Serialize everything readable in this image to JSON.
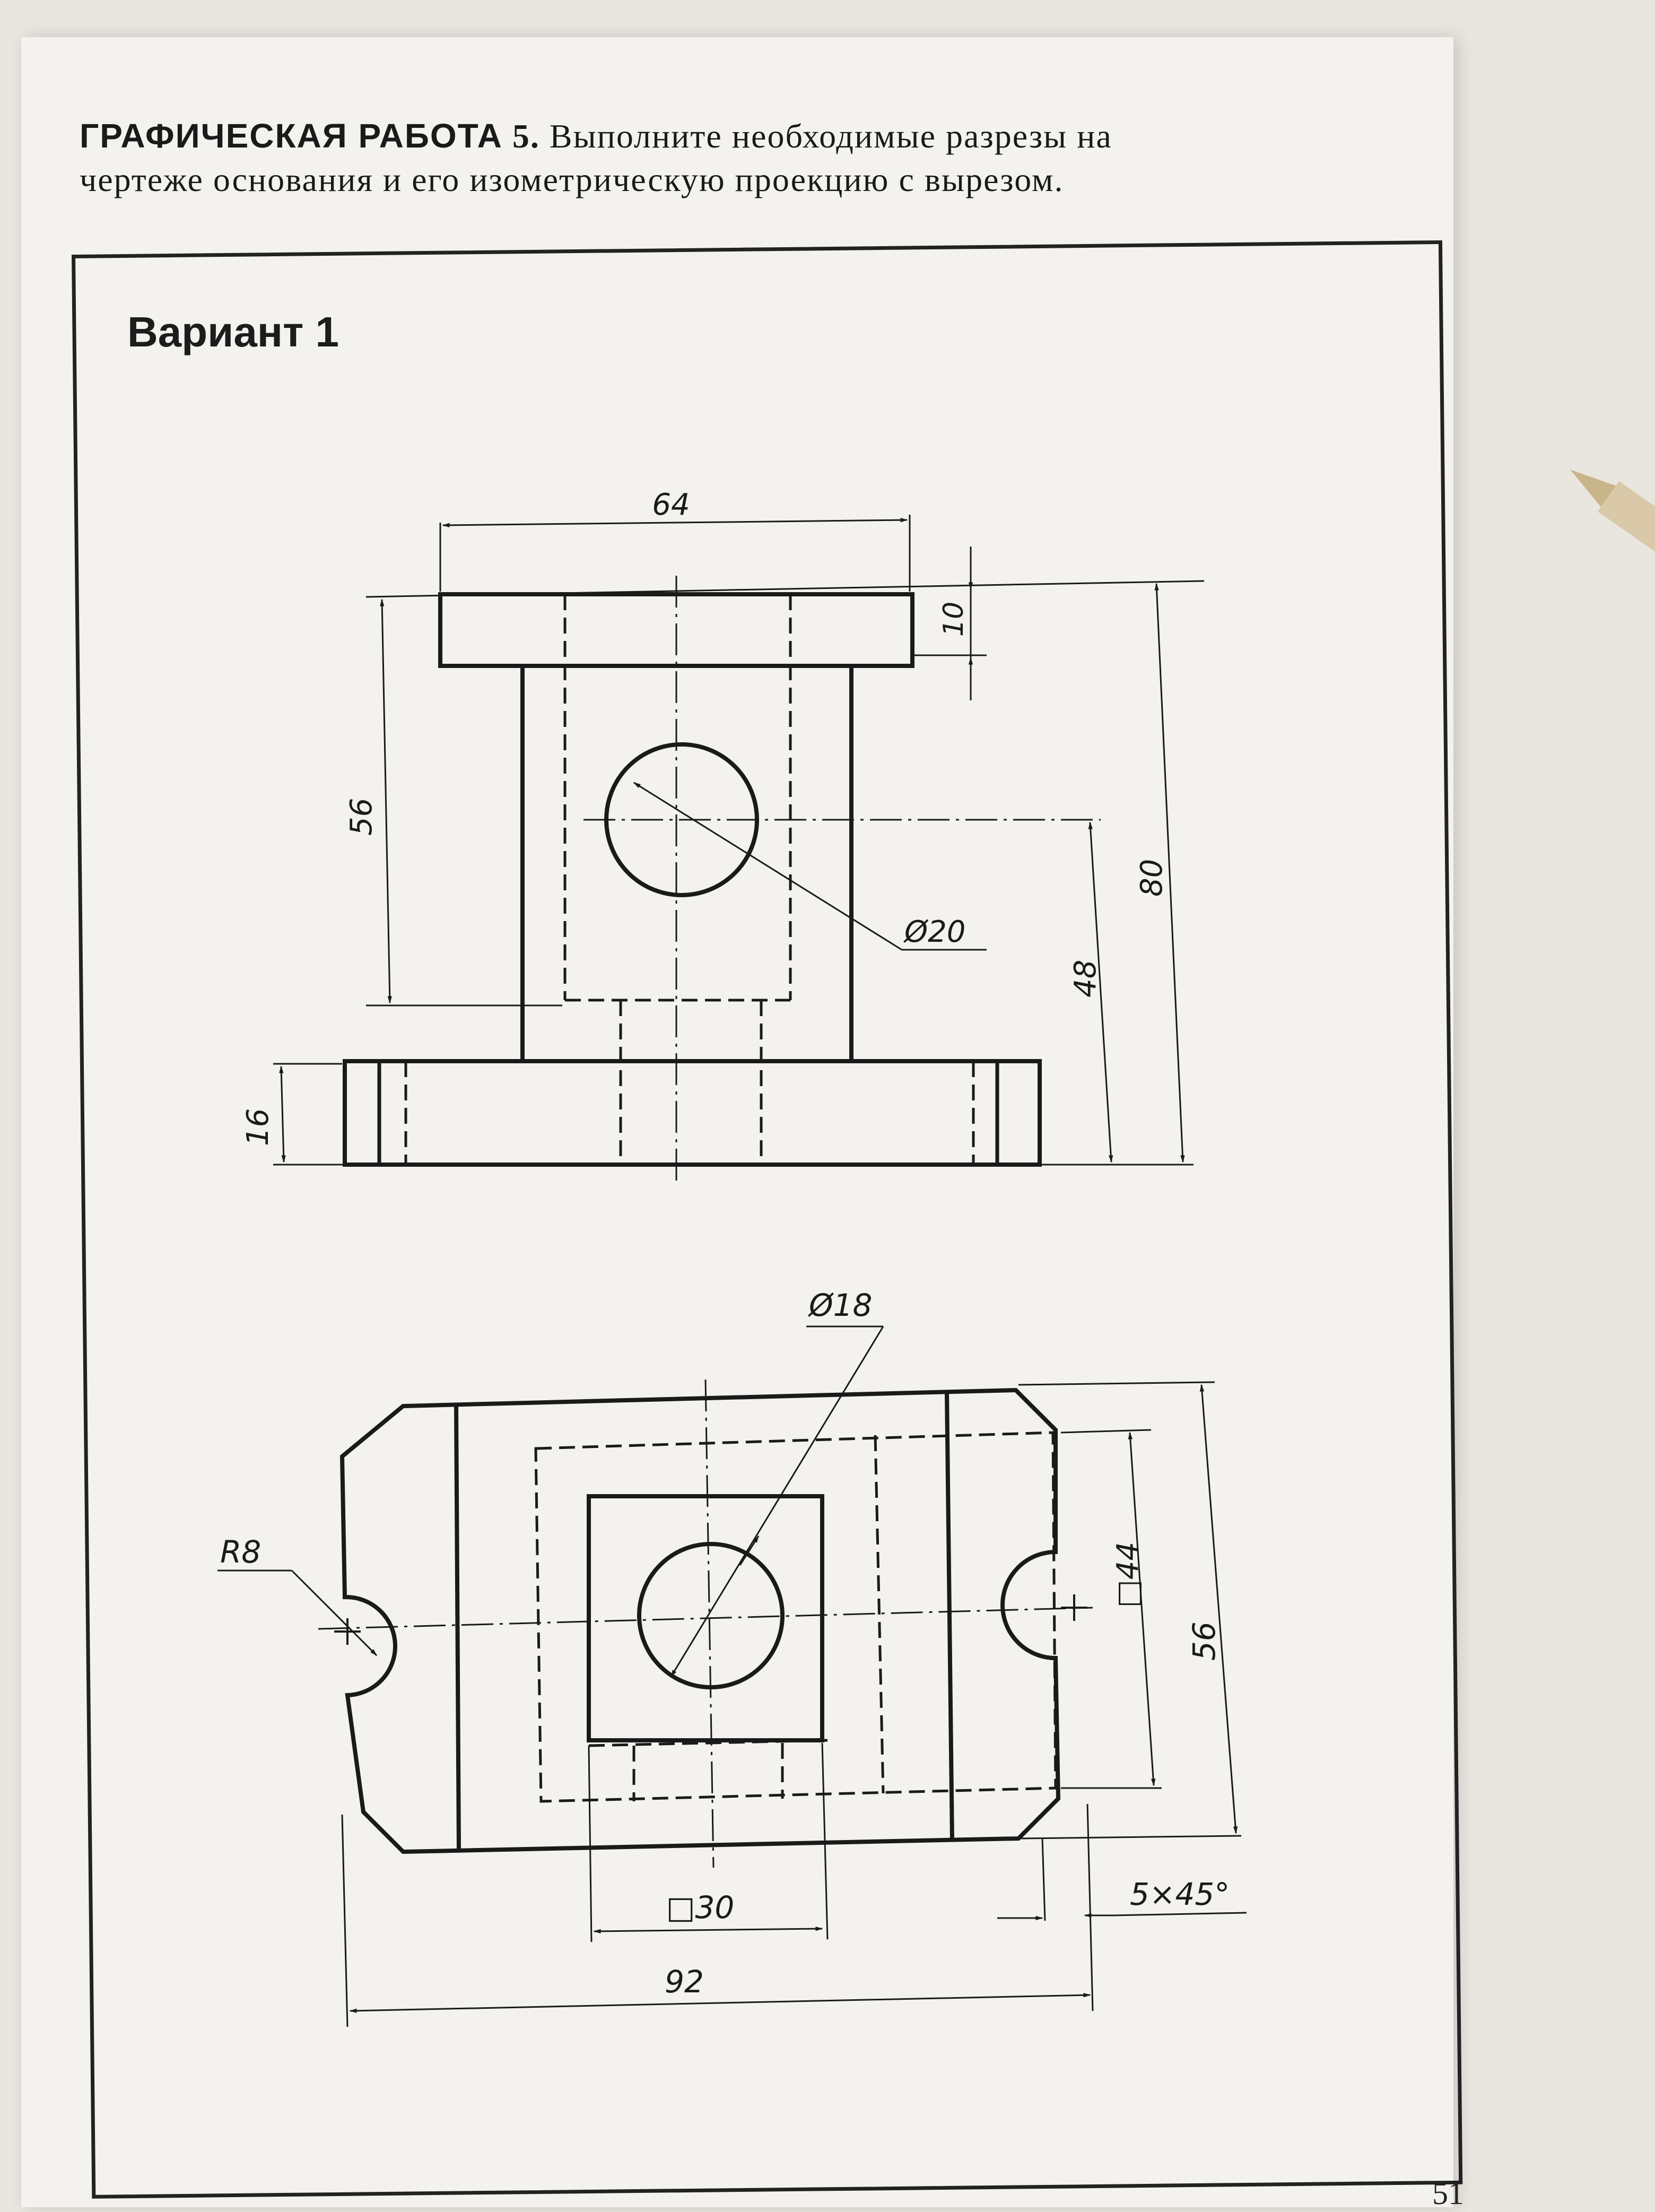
{
  "task": {
    "label": "ГРАФИЧЕСКАЯ РАБОТА",
    "number": "5.",
    "text_line1": "Выполните необходимые разрезы на",
    "text_line2": "чертеже основания и его изометрическую проекцию с вырезом."
  },
  "variant": "Вариант 1",
  "page_number": "51",
  "front_view": {
    "dim_width_top": "64",
    "dim_flange_thickness": "10",
    "dim_height_56": "56",
    "dim_total_height": "80",
    "dim_hole_center_height": "48",
    "dim_hole_diameter": "Ø20",
    "dim_base_thickness": "16"
  },
  "top_view": {
    "dim_radius": "R8",
    "dim_bore_diameter": "Ø18",
    "dim_square_44": "□44",
    "dim_depth_56": "56",
    "dim_square_30": "□30",
    "dim_chamfer": "5×45°",
    "dim_length": "92"
  }
}
